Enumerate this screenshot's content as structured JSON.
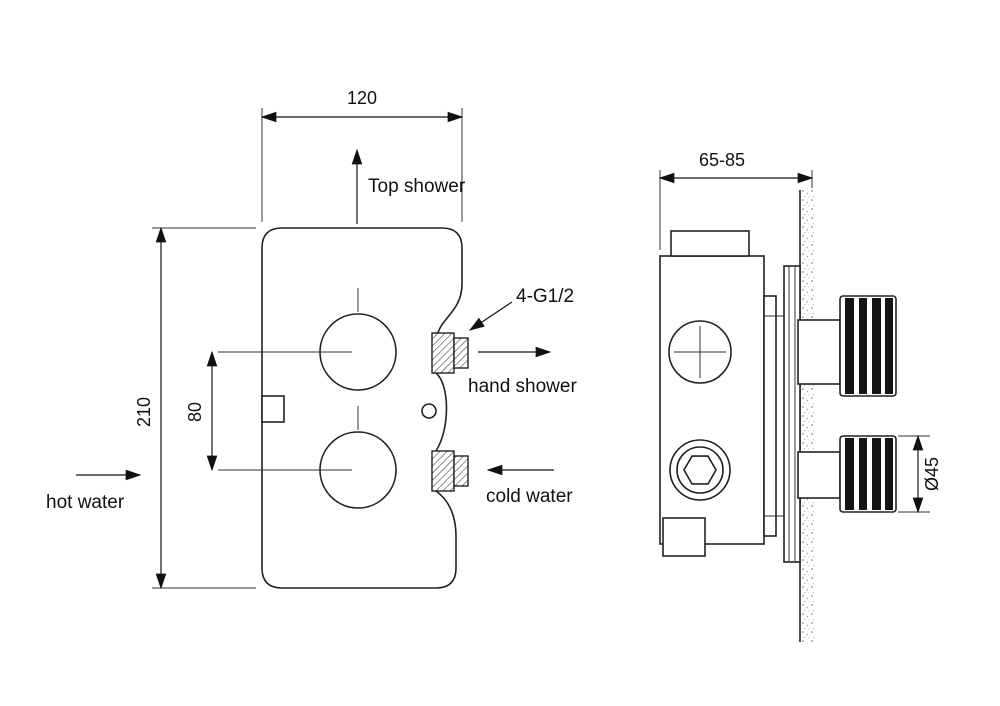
{
  "page": {
    "background": "#ffffff",
    "line_color": "#1c1c1c"
  },
  "front_view": {
    "labels": {
      "width_dim": "120",
      "top_shower": "Top shower",
      "height_dim": "210",
      "center_spacing_dim": "80",
      "hot_water": "hot water",
      "thread_spec": "4-G1/2",
      "hand_shower": "hand shower",
      "cold_water": "cold water"
    }
  },
  "side_view": {
    "labels": {
      "depth_dim": "65-85",
      "handle_diameter_dim": "Ø45"
    }
  }
}
